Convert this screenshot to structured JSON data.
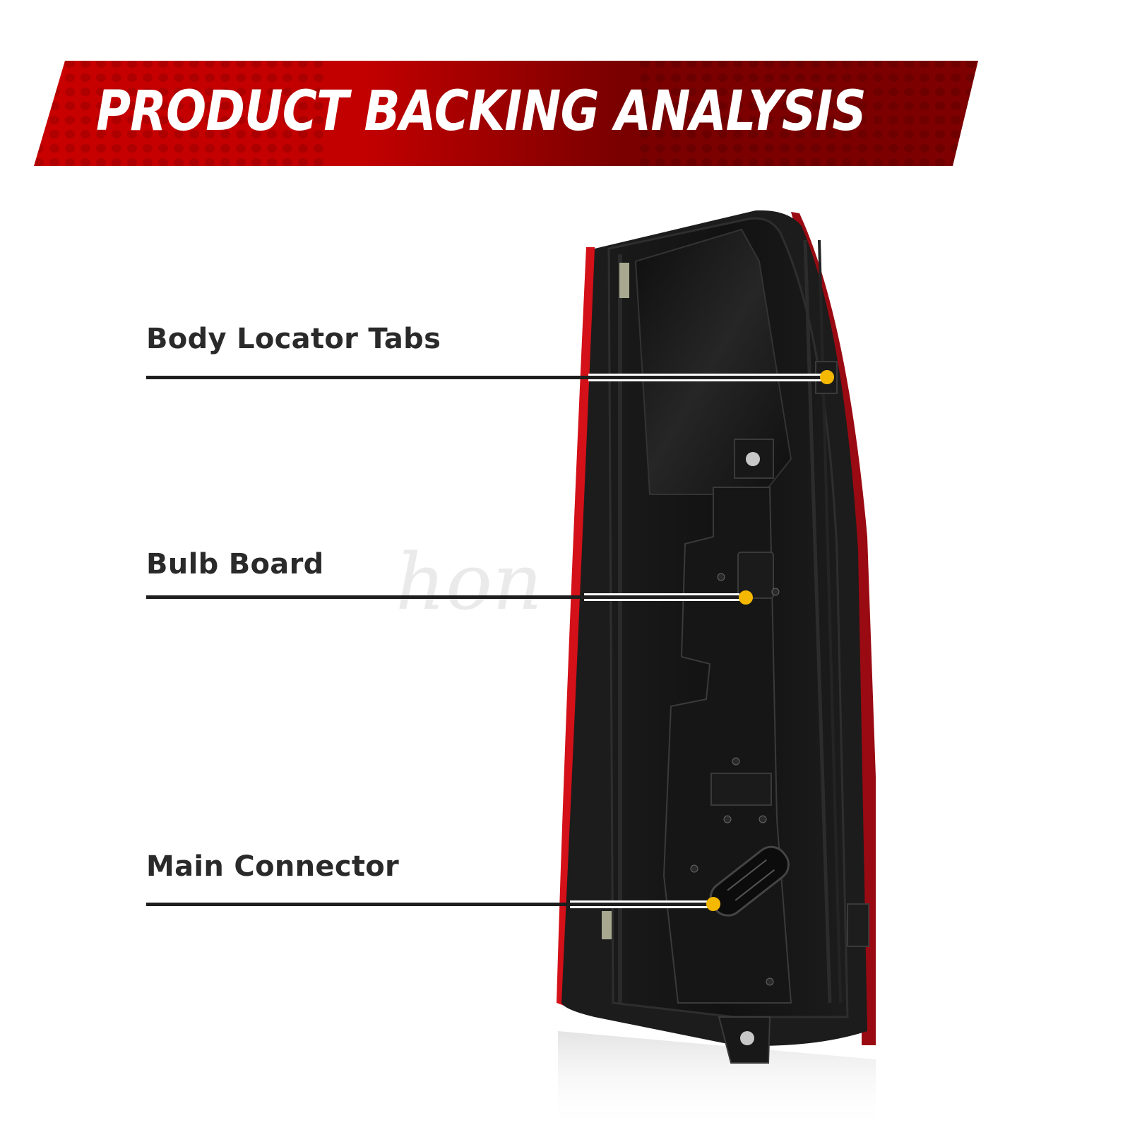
{
  "banner": {
    "title": "PRODUCT BACKING ANALYSIS",
    "colors": {
      "light": "#c80000",
      "dark": "#780000",
      "text": "#ffffff"
    }
  },
  "product": {
    "description": "Tail light housing, rear view (black backing with red lens edge)",
    "colors": {
      "housing": "#141414",
      "lens": "#d0101a",
      "gasket": "#1e1e1e"
    }
  },
  "callouts": [
    {
      "label": "Body Locator Tabs"
    },
    {
      "label": "Bulb Board"
    },
    {
      "label": "Main Connector"
    }
  ],
  "marker_color": "#f5b800",
  "watermark": "hon"
}
